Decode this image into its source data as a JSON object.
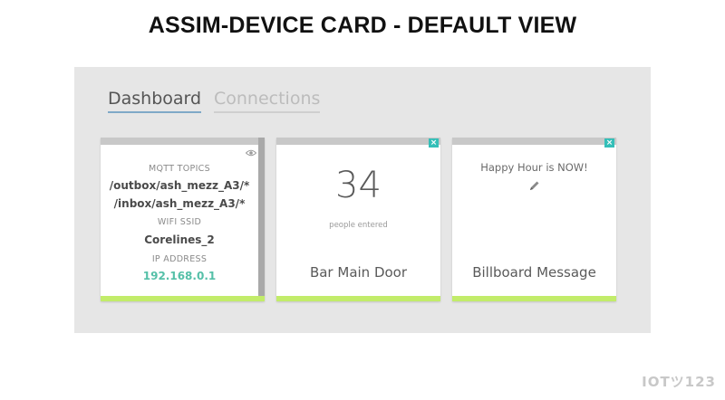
{
  "slide": {
    "title": "ASSIM-DEVICE CARD - DEFAULT VIEW"
  },
  "tabs": {
    "dashboard": "Dashboard",
    "connections": "Connections"
  },
  "card_device": {
    "mqtt_label": "MQTT TOPICS",
    "topic_out": "/outbox/ash_mezz_A3/*",
    "topic_in": "/inbox/ash_mezz_A3/*",
    "wifi_label": "WIFI SSID",
    "wifi_value": "Corelines_2",
    "ip_label": "IP ADDRESS",
    "ip_value": "192.168.0.1",
    "icon": "eye-icon"
  },
  "card_counter": {
    "count": "34",
    "caption": "people entered",
    "name": "Bar Main Door",
    "close": "×"
  },
  "card_billboard": {
    "message": "Happy Hour is NOW!",
    "name": "Billboard Message",
    "close": "×",
    "icon": "pencil-icon"
  },
  "logo": {
    "text": "IOTツ123"
  },
  "colors": {
    "accent_bar": "#c2ec6a",
    "close_button": "#34bfb8",
    "ip_text": "#55c0a8",
    "tab_underline": "#7fa9c7"
  }
}
